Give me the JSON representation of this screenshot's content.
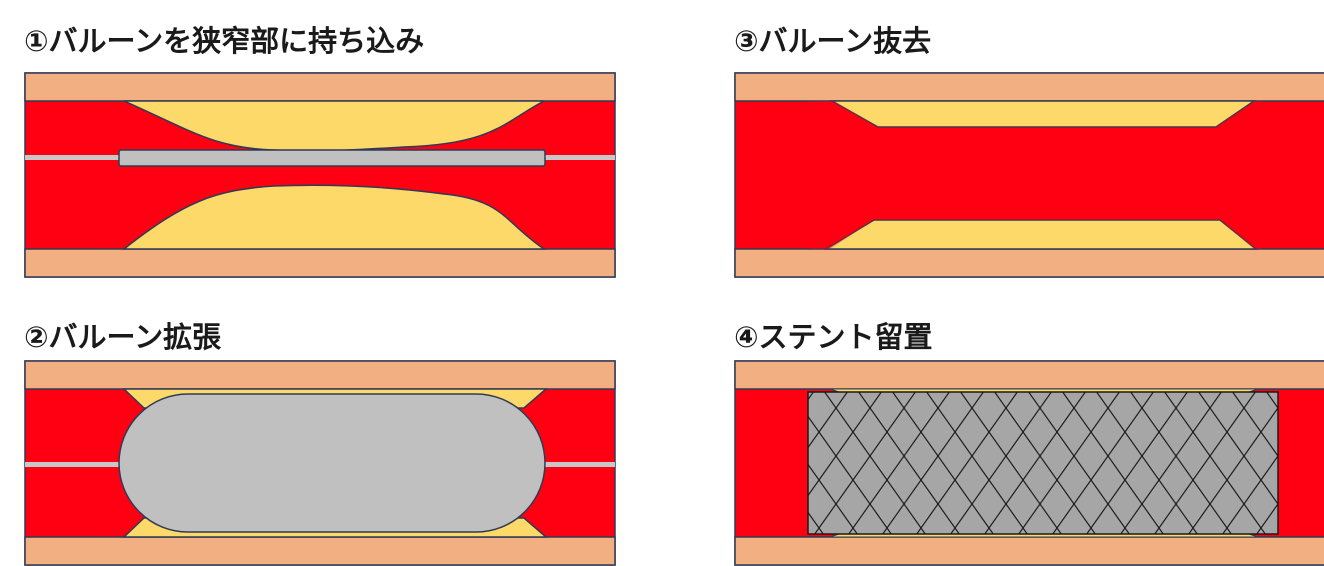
{
  "panels": [
    {
      "id": "insert",
      "title": "①バルーンを狭窄部に持ち込み"
    },
    {
      "id": "remove",
      "title": "③バルーン抜去"
    },
    {
      "id": "inflate",
      "title": "②バルーン拡張"
    },
    {
      "id": "stent",
      "title": "④ステント留置"
    }
  ],
  "colors": {
    "vessel_wall": "#F2B082",
    "blood": "#FF0013",
    "plaque": "#FDD96A",
    "balloon": "#C0C0C0",
    "wire": "#C8C8C8",
    "stent": "#A6A6A6",
    "outline": "#2F3B55"
  },
  "icons": {
    "catheter": "catheter-shape",
    "balloon": "inflated-balloon-shape",
    "stent": "mesh-stent-shape"
  }
}
